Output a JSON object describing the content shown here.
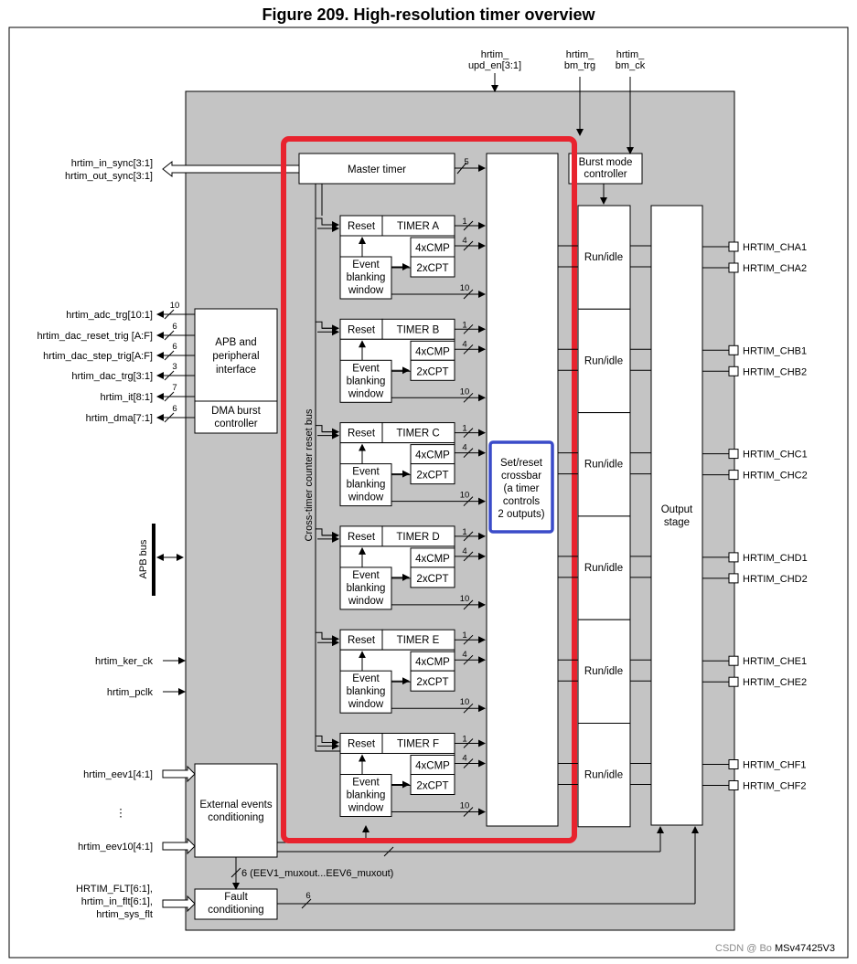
{
  "title": "Figure 209. High-resolution timer overview",
  "top_inputs": {
    "upd_en": [
      "hrtim_",
      "upd_en[3:1]"
    ],
    "bm_trg": [
      "hrtim_",
      "bm_trg"
    ],
    "bm_ck": [
      "hrtim_",
      "bm_ck"
    ]
  },
  "left_signals": {
    "in_sync": "hrtim_in_sync[3:1]",
    "out_sync": "hrtim_out_sync[3:1]",
    "adc_trg": "hrtim_adc_trg[10:1]",
    "dac_reset_trig": "hrtim_dac_reset_trig [A:F]",
    "dac_step_trig": "hrtim_dac_step_trig[A:F]",
    "dac_trg": "hrtim_dac_trg[3:1]",
    "it": "hrtim_it[8:1]",
    "dma": "hrtim_dma[7:1]",
    "apb_bus": "APB bus",
    "ker_ck": "hrtim_ker_ck",
    "pclk": "hrtim_pclk",
    "eev1": "hrtim_eev1[4:1]",
    "dots": "⋮",
    "eev10": "hrtim_eev10[4:1]",
    "flt": [
      "HRTIM_FLT[6:1],",
      "hrtim_in_flt[6:1],",
      "hrtim_sys_flt"
    ]
  },
  "bus_widths": {
    "adc": "10",
    "dac_reset": "6",
    "dac_step": "6",
    "dac_trg": "3",
    "it": "7",
    "dma": "6",
    "master": "5",
    "timer_out_a": "1",
    "timer_out_b": "4",
    "timer_out_c": "10",
    "eev_mux": "6 (EEV1_muxout...EEV6_muxout)",
    "fault": "6"
  },
  "blocks": {
    "master_timer": "Master timer",
    "apb_interface": [
      "APB and",
      "peripheral",
      "interface"
    ],
    "dma_burst": [
      "DMA burst",
      "controller"
    ],
    "burst_mode": [
      "Burst mode",
      "controller"
    ],
    "crossbar": [
      "Set/reset",
      "crossbar",
      "(a timer",
      "controls",
      "2 outputs)"
    ],
    "output_stage": [
      "Output",
      "stage"
    ],
    "run_idle": "Run/idle",
    "ext_events": [
      "External events",
      "conditioning"
    ],
    "fault_cond": [
      "Fault",
      "conditioning"
    ],
    "reset_bus": "Cross-timer counter reset bus"
  },
  "timers": [
    {
      "reset": "Reset",
      "name": "TIMER A",
      "cmp": "4xCMP",
      "cpt": "2xCPT",
      "event": [
        "Event",
        "blanking",
        "window"
      ]
    },
    {
      "reset": "Reset",
      "name": "TIMER B",
      "cmp": "4xCMP",
      "cpt": "2xCPT",
      "event": [
        "Event",
        "blanking",
        "window"
      ]
    },
    {
      "reset": "Reset",
      "name": "TIMER C",
      "cmp": "4xCMP",
      "cpt": "2xCPT",
      "event": [
        "Event",
        "blanking",
        "window"
      ]
    },
    {
      "reset": "Reset",
      "name": "TIMER D",
      "cmp": "4xCMP",
      "cpt": "2xCPT",
      "event": [
        "Event",
        "blanking",
        "window"
      ]
    },
    {
      "reset": "Reset",
      "name": "TIMER E",
      "cmp": "4xCMP",
      "cpt": "2xCPT",
      "event": [
        "Event",
        "blanking",
        "window"
      ]
    },
    {
      "reset": "Reset",
      "name": "TIMER F",
      "cmp": "4xCMP",
      "cpt": "2xCPT",
      "event": [
        "Event",
        "blanking",
        "window"
      ]
    }
  ],
  "outputs": [
    [
      "HRTIM_CHA1",
      "HRTIM_CHA2"
    ],
    [
      "HRTIM_CHB1",
      "HRTIM_CHB2"
    ],
    [
      "HRTIM_CHC1",
      "HRTIM_CHC2"
    ],
    [
      "HRTIM_CHD1",
      "HRTIM_CHD2"
    ],
    [
      "HRTIM_CHE1",
      "HRTIM_CHE2"
    ],
    [
      "HRTIM_CHF1",
      "HRTIM_CHF2"
    ]
  ],
  "doc_id": "MSv47425V3",
  "watermark": "CSDN @ Bo"
}
